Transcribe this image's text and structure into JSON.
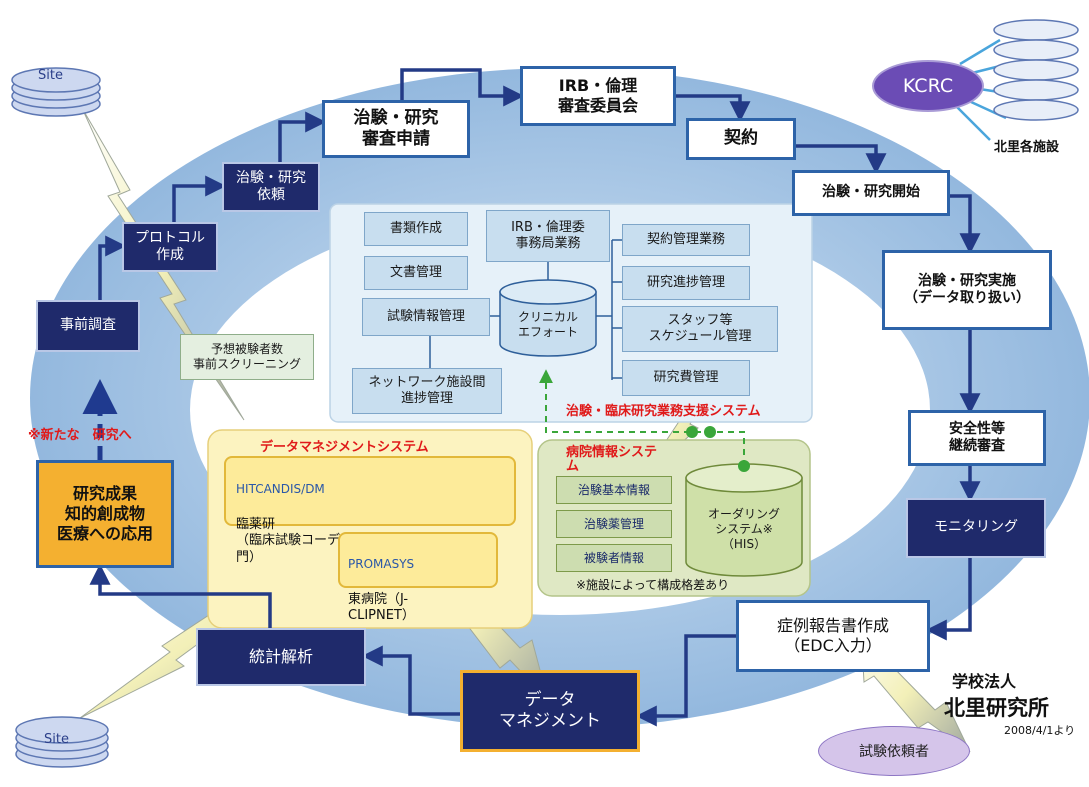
{
  "nodes": {
    "jizen": "事前調査",
    "protocol": "プロトコル\n作成",
    "irai": "治験・研究\n依頼",
    "shinsei": "治験・研究\n審査申請",
    "irb": "IRB・倫理\n審査委員会",
    "keiyaku": "契約",
    "kaishi": "治験・研究開始",
    "jisshi": "治験・研究実施\n（データ取り扱い）",
    "anzen": "安全性等\n継続審査",
    "monitoring": "モニタリング",
    "shorei": "症例報告書作成\n（EDC入力）",
    "data_mgmt": "データ\nマネジメント",
    "toukei": "統計解析",
    "seika": "研究成果\n知的創成物\n医療への応用"
  },
  "ovals": {
    "kcrc": "KCRC",
    "kitasato_label": "北里各施設",
    "site_top": "Site",
    "site_bottom": "Site",
    "shiken_irai": "試験依頼者"
  },
  "new_research": "※新たな　研究へ",
  "effort": {
    "sho": "書類作成",
    "bun": "文書管理",
    "shiken": "試験情報管理",
    "network": "ネットワーク施設間\n進捗管理",
    "irb_jimu": "IRB・倫理委\n事務局業務",
    "db": "クリニカル\nエフォート",
    "keiyaku_k": "契約管理業務",
    "kenkyu_shin": "研究進捗管理",
    "staff": "スタッフ等\nスケジュール管理",
    "kenkyuhi": "研究費管理",
    "system_title": "治験・臨床研究業務支援システム"
  },
  "yosou": "予想被験者数\n事前スクリーニング",
  "dm_system": {
    "title": "データマネジメントシステム",
    "hitcandis_title": "HITCANDIS/DM",
    "hitcandis_body": "臨薬研\n（臨床試験コーディネーティング部\n門）",
    "promasys_title": "PROMASYS",
    "promasys_body": "東病院（J-\nCLIPNET）"
  },
  "hospital": {
    "title": "病院情報システ\nム",
    "kihon": "治験基本情報",
    "yakkan": "治験薬管理",
    "hikensha": "被験者情報",
    "ordering": "オーダリング\nシステム※\n（HIS）",
    "note": "※施設によって構成格差あり"
  },
  "org": {
    "name1": "学校法人",
    "name2": "北里研究所",
    "date": "2008/4/1より"
  },
  "colors": {
    "dark_box": "#1f2a6b",
    "ring": "#9dbfe0",
    "accent_red": "#e01a1a",
    "highlight_orange": "#f4b030",
    "panel_yellow": "#fcf3c0",
    "panel_green": "#dfe8c4"
  }
}
